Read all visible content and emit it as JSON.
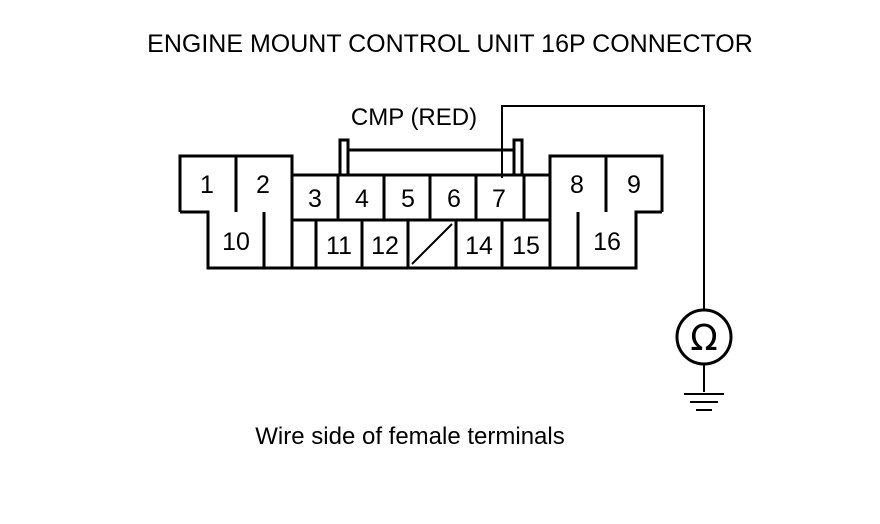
{
  "title": "ENGINE MOUNT CONTROL UNIT 16P CONNECTOR",
  "probe_label": "CMP (RED)",
  "caption": "Wire side of female terminals",
  "meter_symbol": "Ω",
  "pins": {
    "p1": "1",
    "p2": "2",
    "p3": "3",
    "p4": "4",
    "p5": "5",
    "p6": "6",
    "p7": "7",
    "p8": "8",
    "p9": "9",
    "p10": "10",
    "p11": "11",
    "p12": "12",
    "p14": "14",
    "p15": "15",
    "p16": "16"
  },
  "colors": {
    "line": "#000000",
    "background": "#ffffff"
  }
}
